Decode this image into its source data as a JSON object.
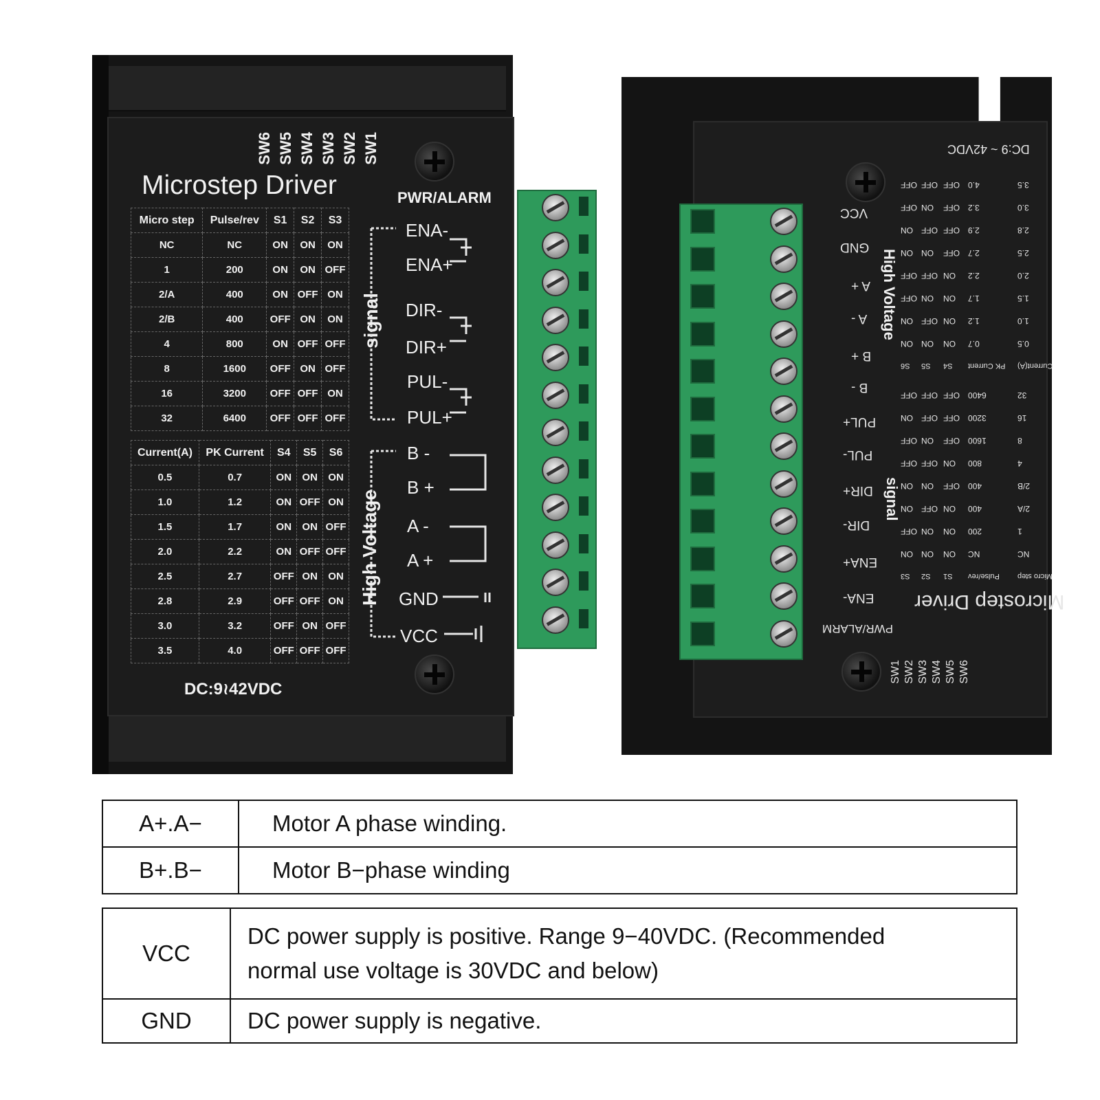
{
  "front_view": {
    "switch_labels": [
      "SW6",
      "SW5",
      "SW4",
      "SW3",
      "SW2",
      "SW1"
    ],
    "title": "Microstep Driver",
    "pwr_alarm": "PWR/ALARM",
    "microstep_table": {
      "headers": [
        "Micro step",
        "Pulse/rev",
        "S1",
        "S2",
        "S3"
      ],
      "rows": [
        [
          "NC",
          "NC",
          "ON",
          "ON",
          "ON"
        ],
        [
          "1",
          "200",
          "ON",
          "ON",
          "OFF"
        ],
        [
          "2/A",
          "400",
          "ON",
          "OFF",
          "ON"
        ],
        [
          "2/B",
          "400",
          "OFF",
          "ON",
          "ON"
        ],
        [
          "4",
          "800",
          "ON",
          "OFF",
          "OFF"
        ],
        [
          "8",
          "1600",
          "OFF",
          "ON",
          "OFF"
        ],
        [
          "16",
          "3200",
          "OFF",
          "OFF",
          "ON"
        ],
        [
          "32",
          "6400",
          "OFF",
          "OFF",
          "OFF"
        ]
      ]
    },
    "current_table": {
      "headers": [
        "Current(A)",
        "PK Current",
        "S4",
        "S5",
        "S6"
      ],
      "rows": [
        [
          "0.5",
          "0.7",
          "ON",
          "ON",
          "ON"
        ],
        [
          "1.0",
          "1.2",
          "ON",
          "OFF",
          "ON"
        ],
        [
          "1.5",
          "1.7",
          "ON",
          "ON",
          "OFF"
        ],
        [
          "2.0",
          "2.2",
          "ON",
          "OFF",
          "OFF"
        ],
        [
          "2.5",
          "2.7",
          "OFF",
          "ON",
          "ON"
        ],
        [
          "2.8",
          "2.9",
          "OFF",
          "OFF",
          "ON"
        ],
        [
          "3.0",
          "3.2",
          "OFF",
          "ON",
          "OFF"
        ],
        [
          "3.5",
          "4.0",
          "OFF",
          "OFF",
          "OFF"
        ]
      ]
    },
    "supply": "DC:9≀42VDC",
    "group_signal": "signal",
    "group_high_voltage": "High Voltage",
    "pins": [
      "ENA-",
      "ENA+",
      "DIR-",
      "DIR+",
      "PUL-",
      "PUL+",
      "B -",
      "B +",
      "A -",
      "A +",
      "GND",
      "VCC"
    ]
  },
  "rear_view": {
    "title": "Microstep Driver",
    "pwr_alarm": "PWR/ALARM",
    "supply": "DC:9 ~ 42VDC",
    "group_signal": "signal",
    "group_high_voltage": "High Voltage",
    "pins": [
      "VCC",
      "GND",
      "A +",
      "A -",
      "B +",
      "B -",
      "PUL+",
      "PUL-",
      "DIR+",
      "DIR-",
      "ENA+",
      "ENA-"
    ],
    "switch_labels": [
      "SW6",
      "SW5",
      "SW4",
      "SW3",
      "SW2",
      "SW1"
    ]
  },
  "motor_table": [
    {
      "key": "A+.A−",
      "desc": "Motor A phase winding."
    },
    {
      "key": "B+.B−",
      "desc": "Motor B−phase winding"
    }
  ],
  "power_table": [
    {
      "key": "VCC",
      "desc_line1": "DC power supply is positive. Range 9−40VDC. (Recommended",
      "desc_line2": "normal use voltage is 30VDC and below)"
    },
    {
      "key": "GND",
      "desc_line1": "DC power supply is negative."
    }
  ],
  "colors": {
    "terminal_green": "#2e9a5b",
    "housing_black": "#1c1c1c"
  }
}
